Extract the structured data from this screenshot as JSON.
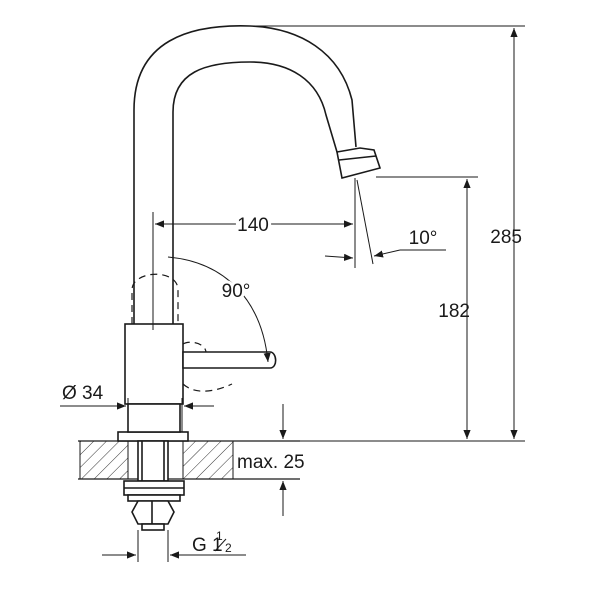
{
  "dimensions": {
    "total_height": "285",
    "spout_height": "182",
    "spout_reach": "140",
    "spout_angle": "10°",
    "swivel_angle": "90°",
    "base_diameter": "Ø 34",
    "mounting_thickness": "max. 25",
    "thread_main": "G 1",
    "thread_frac_num": "1",
    "thread_frac_den": "2"
  },
  "colors": {
    "line": "#1a1a1a",
    "hatch": "#333333",
    "background": "#ffffff"
  }
}
